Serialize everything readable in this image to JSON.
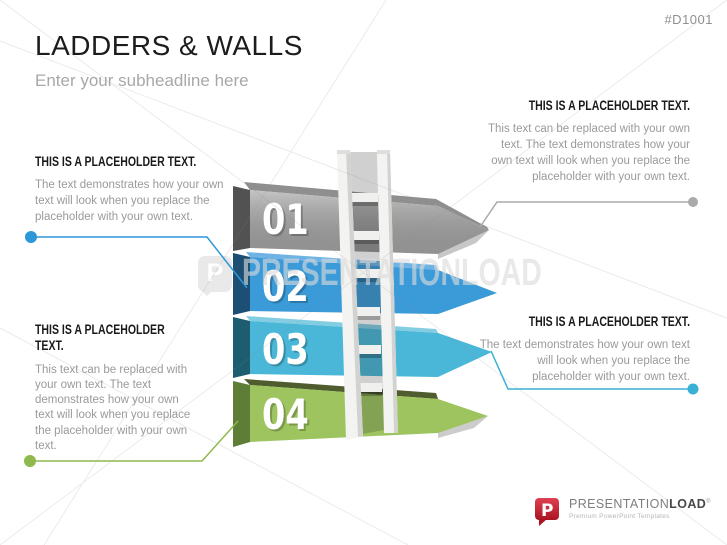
{
  "slide": {
    "title": "LADDERS & WALLS",
    "subheadline": "Enter your subheadline here",
    "tag": "#D1001"
  },
  "placeholders": {
    "top_right": {
      "heading": "THIS IS A PLACEHOLDER TEXT.",
      "body": "This text can be replaced with your own text. The text demonstrates how your own text will look when you replace the placeholder with your own text."
    },
    "left_top": {
      "heading": "THIS IS A PLACEHOLDER TEXT.",
      "body": "The text demonstrates how your own text will look when you replace the placeholder with your own text."
    },
    "left_bottom": {
      "heading": "THIS IS A PLACEHOLDER TEXT.",
      "body": "This text can be replaced with your own text. The text demonstrates how your own text will look when you replace the placeholder with your own text."
    },
    "right_bottom": {
      "heading": "THIS IS A PLACEHOLDER TEXT.",
      "body": "The text demonstrates how your own text will look when you replace the placeholder with your own text."
    }
  },
  "steps": [
    {
      "num": "01",
      "color": "#a6a6a6",
      "side": "#525252",
      "top": "#8f8f8f"
    },
    {
      "num": "02",
      "color": "#3b9ad8",
      "side": "#1d4e74",
      "top": "#6fb3e4"
    },
    {
      "num": "03",
      "color": "#4ab7d8",
      "side": "#1e5d6f",
      "top": "#83cde2"
    },
    {
      "num": "04",
      "color": "#9dc45f",
      "side": "#5e7d36",
      "top": "#4f5c2d"
    }
  ],
  "connectors": {
    "gray": {
      "color": "#aaaaaa"
    },
    "blue": {
      "color": "#2e97d8"
    },
    "green": {
      "color": "#8fb94d"
    },
    "cyan": {
      "color": "#39b1d6"
    }
  },
  "watermark": {
    "p": "P",
    "text": "PRESENTATIONLOAD"
  },
  "footer": {
    "p": "P",
    "brand_regular": "PRESENTATION",
    "brand_bold": "LOAD",
    "reg": "®",
    "tagline": "Premium PowerPoint Templates"
  }
}
